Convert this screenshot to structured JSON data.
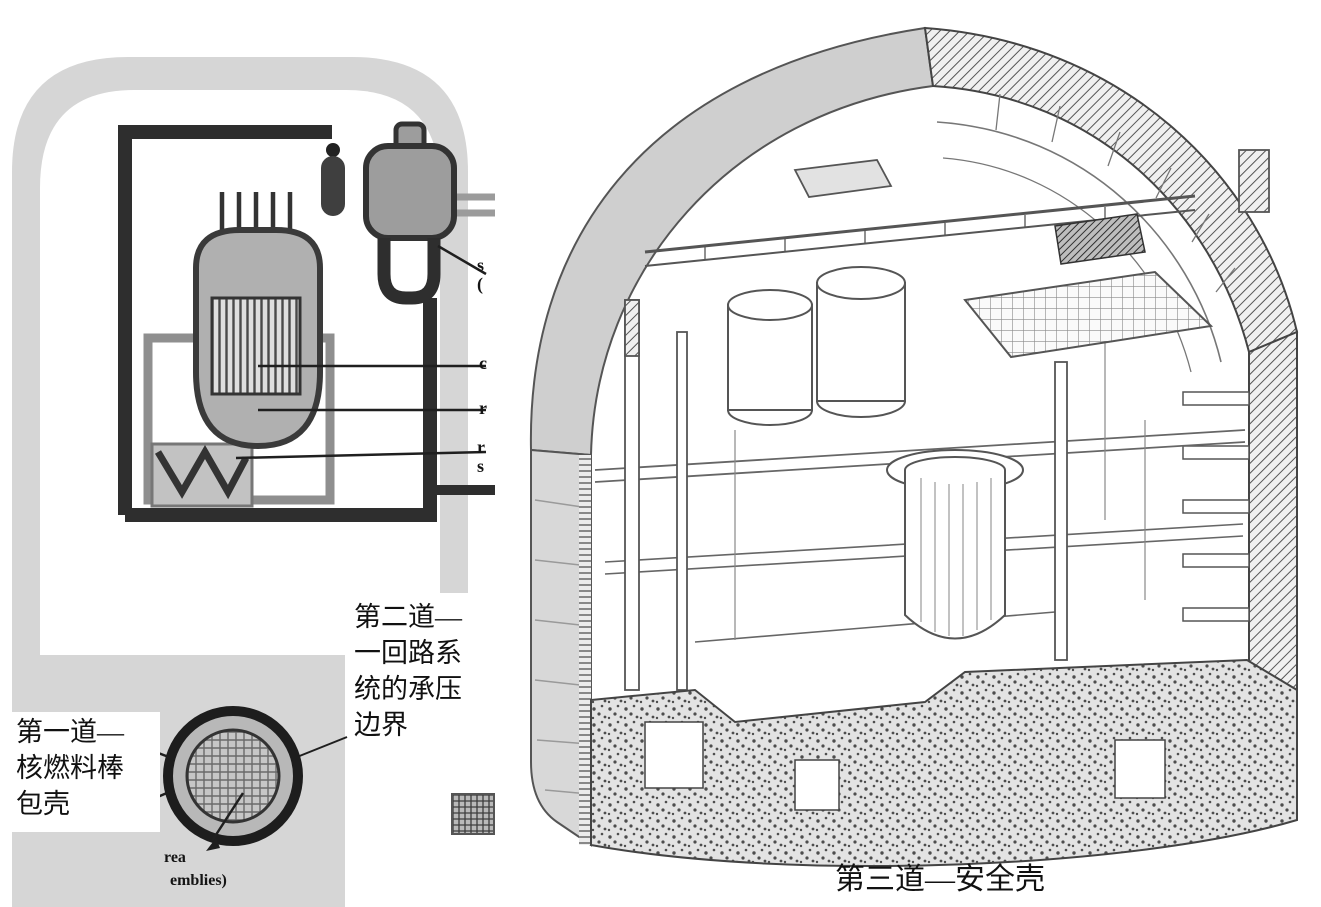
{
  "left_diagram": {
    "barrier1": "第一道—\n核燃料棒\n包壳",
    "barrier2": "第二道—\n一回路系\n统的承压\n边界",
    "truncated": {
      "s": "s\n(",
      "c": "c",
      "r": "r",
      "rs": "r\ns"
    },
    "partial_area": "rea",
    "partial_assemblies": "emblies)"
  },
  "right_diagram": {
    "caption": "第三道—安全壳"
  },
  "colors": {
    "containment_fill": "#d6d6d6",
    "pipe_dark": "#2e2e2e",
    "vessel_fill": "#b0b0b0",
    "shell_gray": "#cfcfcf",
    "line_gray": "#555555"
  }
}
